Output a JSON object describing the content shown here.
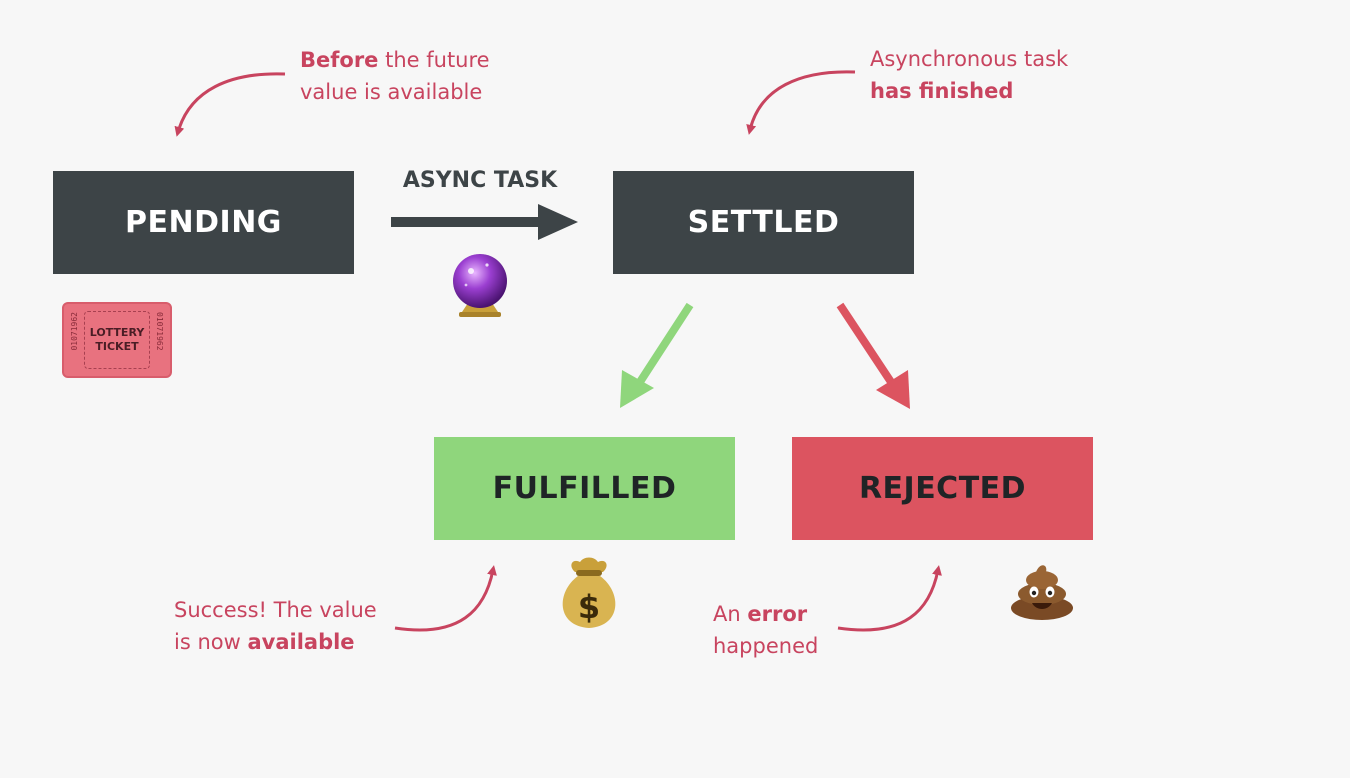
{
  "states": {
    "pending": "PENDING",
    "settled": "SETTLED",
    "fulfilled": "FULFILLED",
    "rejected": "REJECTED"
  },
  "transition_label": "ASYNC TASK",
  "annotations": {
    "pending_note": {
      "bold": "Before",
      "rest_line1": " the future",
      "line2": "value is available"
    },
    "settled_note": {
      "line1": "Asynchronous task",
      "bold_line2": "has finished"
    },
    "fulfilled_note": {
      "line1": "Success! The value",
      "line2_prefix": "is now ",
      "bold": "available"
    },
    "rejected_note": {
      "prefix": "An ",
      "bold": "error",
      "line2": "happened"
    }
  },
  "ticket": {
    "line1": "LOTTERY",
    "line2": "TICKET",
    "serial_left": "01071962",
    "serial_right": "01071962"
  },
  "icons": {
    "ticket": "lottery-ticket-icon",
    "crystal_ball": "crystal-ball-icon",
    "money_bag": "money-bag-icon",
    "poop": "pile-of-poo-icon"
  },
  "colors": {
    "dark_box": "#3d4447",
    "fulfilled_box": "#8fd67c",
    "rejected_box": "#dc5460",
    "annotation_text": "#c8445f",
    "success_arrow": "#8fd67c",
    "error_arrow": "#dc5460",
    "background": "#f7f7f7"
  }
}
